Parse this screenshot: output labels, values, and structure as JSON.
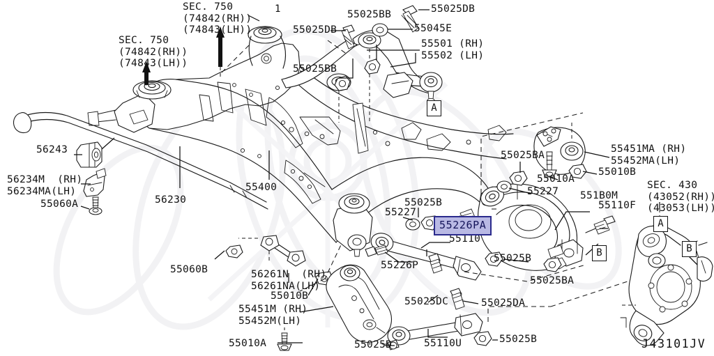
{
  "diagram": {
    "id": "J43101JV",
    "marker_1": "1",
    "background_color": "#ffffff",
    "line_color": "#1a1a1a",
    "highlight_fill": "#b9b9e4",
    "highlight_border": "#2a2a8c"
  },
  "highlighted_part": {
    "number": "55226PA"
  },
  "callouts": [
    {
      "label": "A",
      "name": "callout-a-upper"
    },
    {
      "label": "A",
      "name": "callout-a-knuckle"
    },
    {
      "label": "B",
      "name": "callout-b-lower-arm"
    },
    {
      "label": "B",
      "name": "callout-b-knuckle"
    }
  ],
  "section_refs": [
    {
      "name": "sec-750-left",
      "lines": [
        "SEC. 750",
        "(74842(RH))",
        "(74843(LH))"
      ]
    },
    {
      "name": "sec-750-top",
      "lines": [
        "SEC. 750",
        "(74842(RH))",
        "(74843(LH))"
      ]
    },
    {
      "name": "sec-430-right",
      "lines": [
        "SEC. 430",
        "(43052(RH))",
        "(43053(LH))"
      ]
    }
  ],
  "part_labels": [
    {
      "name": "label-55025db-left",
      "text": "55025DB"
    },
    {
      "name": "label-55025db-top",
      "text": "55025DB"
    },
    {
      "name": "label-55025bb-top",
      "text": "55025BB"
    },
    {
      "name": "label-55025bb-mid",
      "text": "55025BB"
    },
    {
      "name": "label-55025bb-left",
      "text": "55025BB"
    },
    {
      "name": "label-55045e",
      "text": "55045E"
    },
    {
      "name": "label-55501-55502",
      "text": "55501 (RH)\n55502 (LH)"
    },
    {
      "name": "label-56243",
      "text": "56243"
    },
    {
      "name": "label-56234m",
      "text": "56234M  (RH)\n56234MA(LH)"
    },
    {
      "name": "label-55060a",
      "text": "55060A"
    },
    {
      "name": "label-56230",
      "text": "56230"
    },
    {
      "name": "label-55400",
      "text": "55400"
    },
    {
      "name": "label-55025ba-upper",
      "text": "55025BA"
    },
    {
      "name": "label-55227-right",
      "text": "55227"
    },
    {
      "name": "label-55451ma-55452ma",
      "text": "55451MA (RH)\n55452MA(LH)"
    },
    {
      "name": "label-55010b-right",
      "text": "55010B"
    },
    {
      "name": "label-55010a-right",
      "text": "55010A"
    },
    {
      "name": "label-551b0m",
      "text": "551B0M"
    },
    {
      "name": "label-55110f",
      "text": "55110F"
    },
    {
      "name": "label-55025b-center",
      "text": "55025B"
    },
    {
      "name": "label-55227-center",
      "text": "55227"
    },
    {
      "name": "label-55110",
      "text": "55110"
    },
    {
      "name": "label-55226p",
      "text": "55226P"
    },
    {
      "name": "label-55025b-right",
      "text": "55025B"
    },
    {
      "name": "label-55025ba-lower",
      "text": "55025BA"
    },
    {
      "name": "label-55060b",
      "text": "55060B"
    },
    {
      "name": "label-56261n",
      "text": "56261N  (RH)\n56261NA(LH)"
    },
    {
      "name": "label-55010b-lower",
      "text": "55010B"
    },
    {
      "name": "label-55451m-55452m",
      "text": "55451M (RH)\n55452M(LH)"
    },
    {
      "name": "label-55010a-bottom",
      "text": "55010A"
    },
    {
      "name": "label-55025dc",
      "text": "55025DC"
    },
    {
      "name": "label-55025da",
      "text": "55025DA"
    },
    {
      "name": "label-55025d",
      "text": "55025D"
    },
    {
      "name": "label-55110u",
      "text": "55110U"
    },
    {
      "name": "label-55025b-bottom",
      "text": "55025B"
    }
  ]
}
